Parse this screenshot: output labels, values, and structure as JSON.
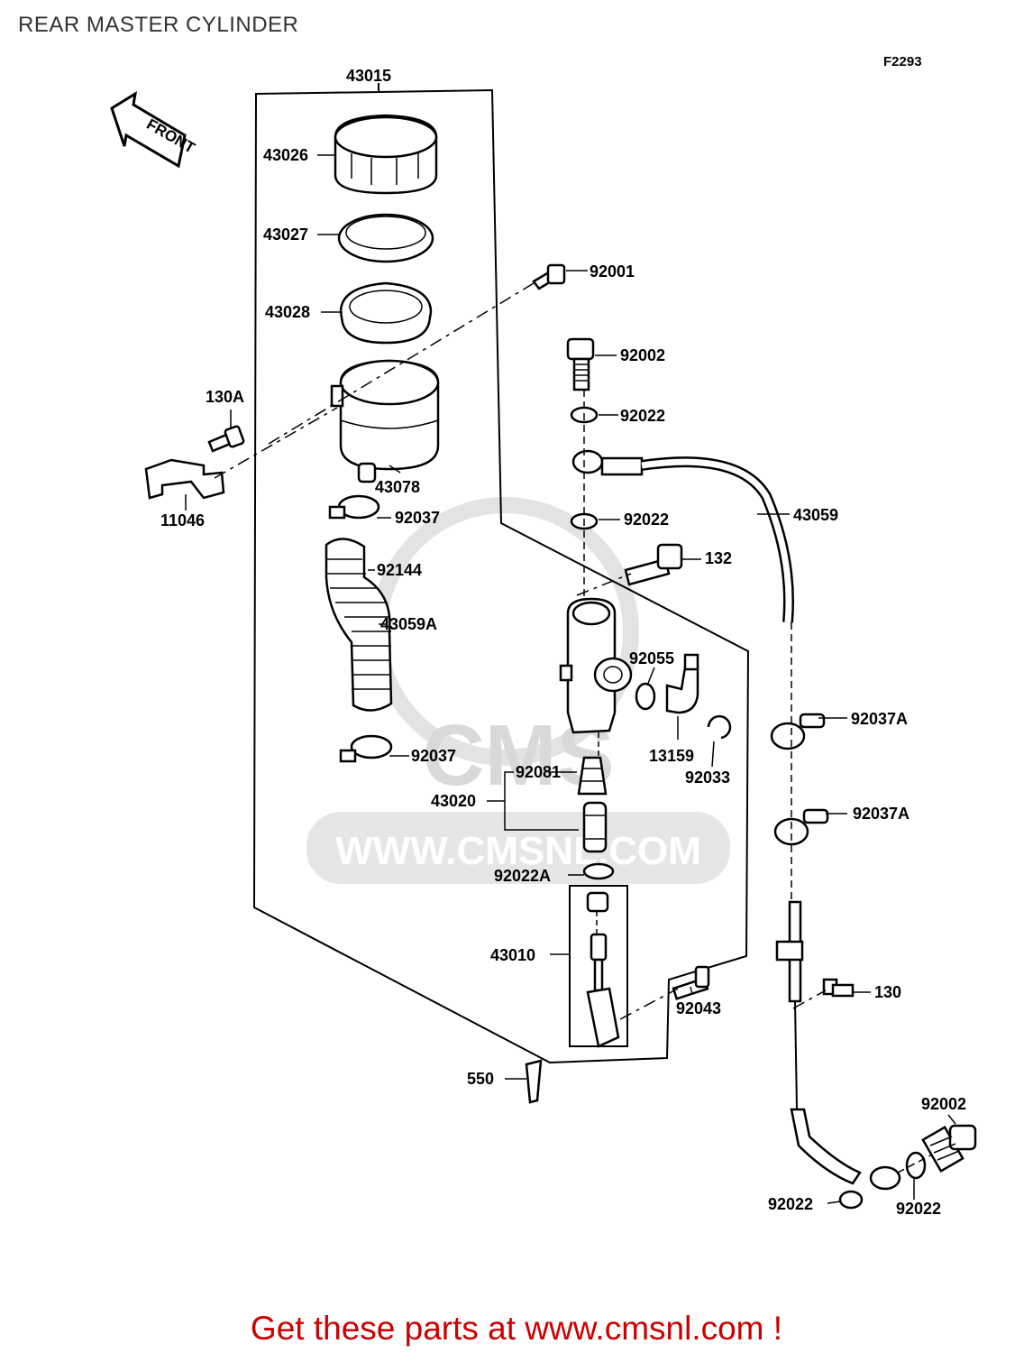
{
  "title": "REAR MASTER CYLINDER",
  "figure_code": "F2293",
  "watermark": "WWW.CMSNL.COM",
  "watermark_logo": "CMS",
  "front_arrow": "FRONT",
  "footer": "Get these parts at www.cmsnl.com !",
  "labels": {
    "p43015": "43015",
    "p43026": "43026",
    "p43027": "43027",
    "p43028": "43028",
    "p92001": "92001",
    "p92002a": "92002",
    "p130A": "130A",
    "p92022a": "92022",
    "p43078": "43078",
    "p11046": "11046",
    "p92037a": "92037",
    "p92022b": "92022",
    "p43059": "43059",
    "p92144": "92144",
    "p132": "132",
    "p43059A": "43059A",
    "p92055": "92055",
    "p13159": "13159",
    "p92037A1": "92037A",
    "p92033": "92033",
    "p92037b": "92037",
    "p92081": "92081",
    "p43020": "43020",
    "p92037A2": "92037A",
    "p92022A": "92022A",
    "p43010": "43010",
    "p130": "130",
    "p92043": "92043",
    "p550": "550",
    "p92002b": "92002",
    "p92022c": "92022",
    "p92022d": "92022"
  }
}
